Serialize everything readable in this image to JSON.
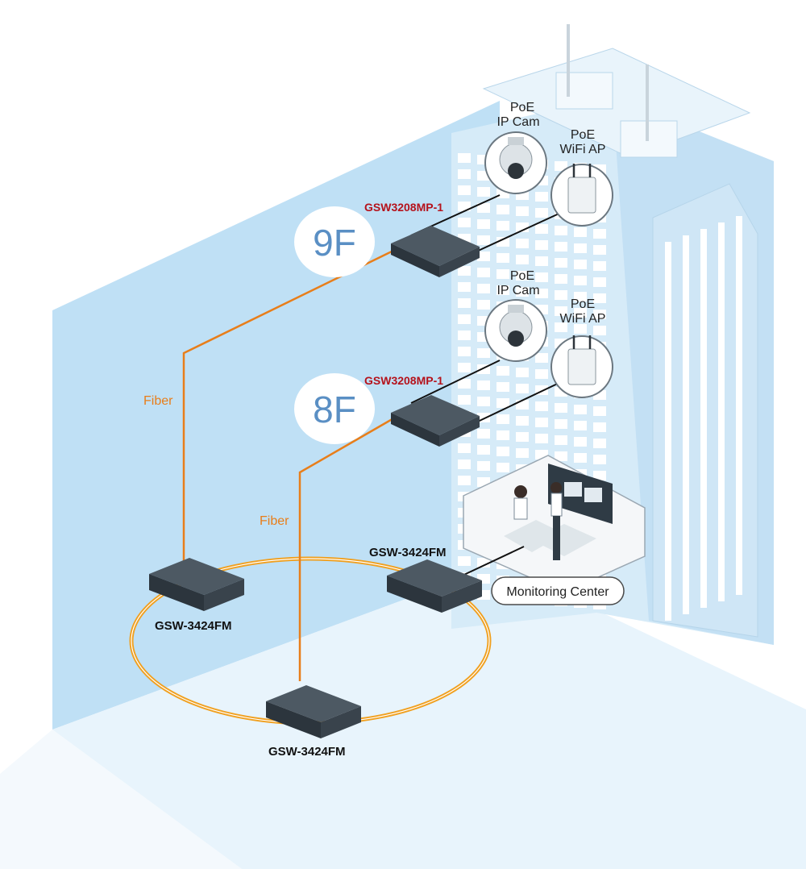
{
  "floors": [
    {
      "label": "9F",
      "switch": "GSW3208MP-1",
      "camera": [
        "PoE",
        "IP Cam"
      ],
      "ap": [
        "PoE",
        "WiFi AP"
      ]
    },
    {
      "label": "8F",
      "switch": "GSW3208MP-1",
      "camera": [
        "PoE",
        "IP Cam"
      ],
      "ap": [
        "PoE",
        "WiFi AP"
      ]
    }
  ],
  "fiber_labels": [
    "Fiber",
    "Fiber"
  ],
  "ring_switches": [
    "GSW-3424FM",
    "GSW-3424FM",
    "GSW-3424FM"
  ],
  "monitoring_center": "Monitoring Center",
  "colors": {
    "wall": "#bfe0f5",
    "wall_light": "#e3f1fb",
    "building": "#d6ebf8",
    "fiber": "#e87e1a",
    "ring": "#f0a020",
    "switch_body": "#3a4550",
    "red_label": "#b5121b",
    "floor_text": "#5a8fc4"
  }
}
